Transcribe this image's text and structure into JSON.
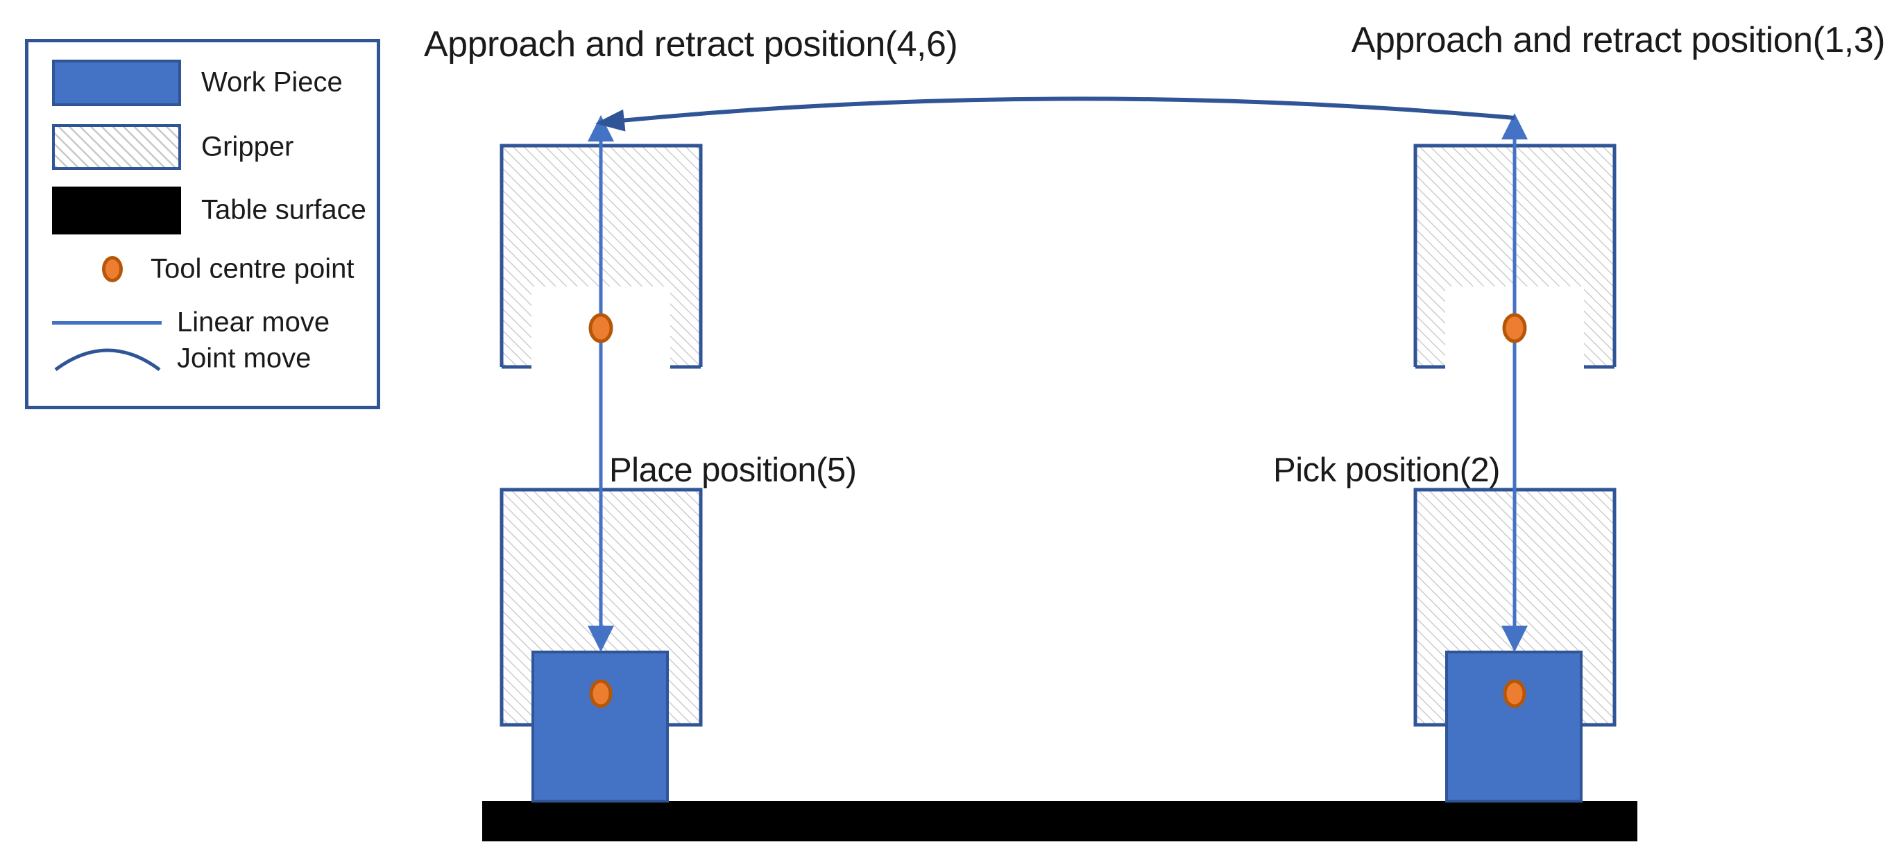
{
  "legend": {
    "items": [
      {
        "key": "work-piece",
        "label": "Work Piece"
      },
      {
        "key": "gripper",
        "label": "Gripper"
      },
      {
        "key": "table-surface",
        "label": "Table surface"
      },
      {
        "key": "tool-centre-point",
        "label": "Tool centre point"
      },
      {
        "key": "linear-move",
        "label": "Linear move"
      },
      {
        "key": "joint-move",
        "label": "Joint move"
      }
    ]
  },
  "annotations": {
    "approach_left": "Approach and retract position(4,6)",
    "approach_right": "Approach and retract position(1,3)",
    "place": "Place position(5)",
    "pick": "Pick position(2)"
  },
  "colors": {
    "work_piece_fill": "#4472C4",
    "shape_border": "#2F5597",
    "linear_move": "#4472C4",
    "joint_move": "#2F5597",
    "tcp_fill": "#ED7D31",
    "tcp_border": "#B65708",
    "table_surface": "#000000",
    "text": "#1a1a1a",
    "hatch_line": "#AAAAAA"
  }
}
